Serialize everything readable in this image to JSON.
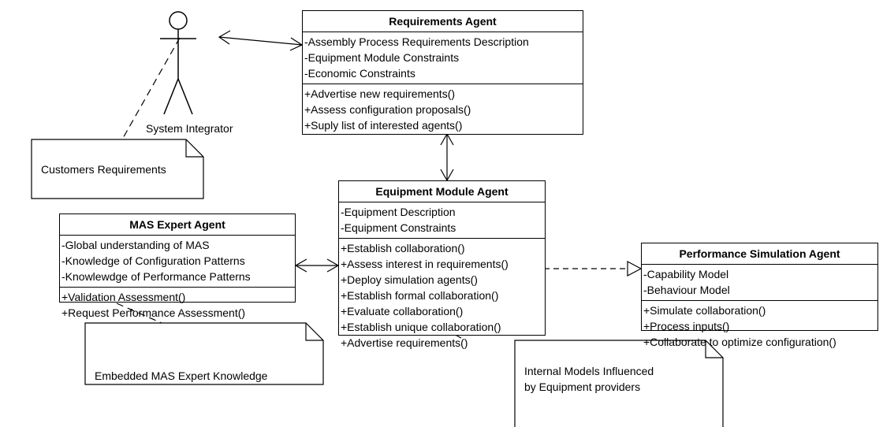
{
  "actor": {
    "label": "System Integrator"
  },
  "notes": {
    "customers": "Customers Requirements",
    "mas_expert": "Embedded MAS Expert Knowledge",
    "internal_models_1": "Internal Models Influenced",
    "internal_models_2": "by Equipment providers"
  },
  "classes": {
    "requirements": {
      "title": "Requirements Agent",
      "attributes": [
        "-Assembly Process Requirements Description",
        "-Equipment Module Constraints",
        "-Economic Constraints"
      ],
      "operations": [
        "+Advertise new requirements()",
        "+Assess configuration proposals()",
        "+Suply list of interested agents()"
      ]
    },
    "equipment": {
      "title": "Equipment Module Agent",
      "attributes": [
        "-Equipment Description",
        "-Equipment Constraints"
      ],
      "operations": [
        "+Establish collaboration()",
        "+Assess interest in requirements()",
        "+Deploy simulation agents()",
        "+Establish formal collaboration()",
        "+Evaluate collaboration()",
        "+Establish unique collaboration()",
        "+Advertise requirements()"
      ]
    },
    "mas_expert": {
      "title": "MAS Expert Agent",
      "attributes": [
        "-Global understanding of MAS",
        "-Knowledge of Configuration Patterns",
        "-Knowlewdge of Performance Patterns"
      ],
      "operations": [
        "+Validation Assessment()",
        "+Request Performance Assessment()"
      ]
    },
    "performance": {
      "title": "Performance Simulation Agent",
      "attributes": [
        "-Capability Model",
        "-Behaviour Model"
      ],
      "operations": [
        "+Simulate collaboration()",
        "+Process inputs()",
        "+Collaborate to optimize configuration()"
      ]
    }
  },
  "colors": {
    "line": "#000000",
    "background": "#ffffff"
  }
}
